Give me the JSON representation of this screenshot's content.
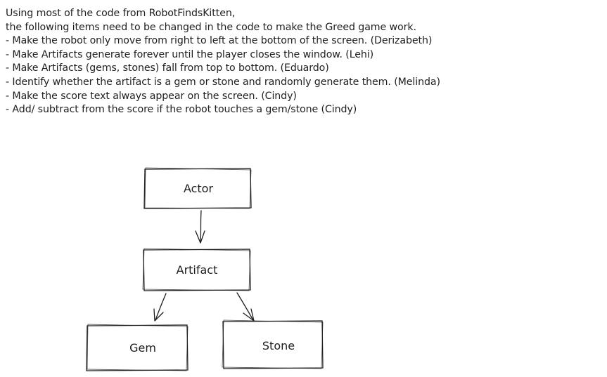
{
  "notes": [
    "Using most of the code from RobotFindsKitten,",
    "the following items need to be changed in the code to make the Greed game work.",
    "- Make the robot only move from right to left at the bottom of the screen. (Derizabeth)",
    "- Make Artifacts generate forever until the player closes the window. (Lehi)",
    "- Make Artifacts (gems, stones) fall from top to bottom. (Eduardo)",
    "- Identify whether the artifact is a gem or stone and randomly generate them. (Melinda)",
    "- Make the score text always appear on the screen. (Cindy)",
    "- Add/ subtract from the score if the robot touches a gem/stone (Cindy)"
  ],
  "diagram": {
    "nodes": {
      "actor": "Actor",
      "artifact": "Artifact",
      "gem": "Gem",
      "stone": "Stone"
    },
    "edges": [
      {
        "from": "actor",
        "to": "artifact"
      },
      {
        "from": "artifact",
        "to": "gem"
      },
      {
        "from": "artifact",
        "to": "stone"
      }
    ]
  }
}
